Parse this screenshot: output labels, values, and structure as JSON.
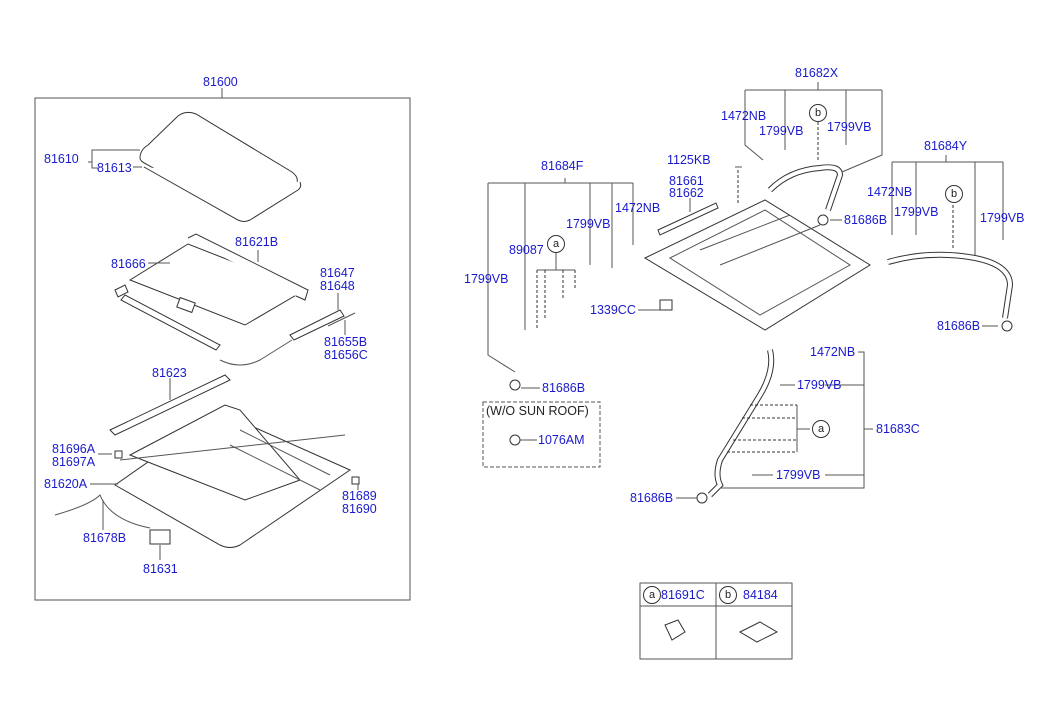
{
  "diagram": {
    "title": "Sunroof Assembly Parts Diagram",
    "left_assembly": {
      "group_label": "81600",
      "parts": {
        "glass_assy": "81610",
        "weatherstrip": "81613",
        "sunshade": "81621B",
        "sunshade_part": "81666",
        "slider_1": "81647",
        "slider_2": "81648",
        "cable_1": "81655B",
        "cable_2": "81656C",
        "deflector": "81623",
        "clip_1": "81696A",
        "clip_2": "81697A",
        "frame": "81620A",
        "wiring": "81678B",
        "motor": "81631",
        "stopper_1": "81689",
        "stopper_2": "81690"
      }
    },
    "right_assembly": {
      "hose_front_left": {
        "group_label": "81684F",
        "clip_1472": "1472NB",
        "clip_1799_upper": "1799VB",
        "clip_89087": "89087",
        "clip_1799_lower": "1799VB",
        "ref_circle": "a",
        "grommet": "81686B"
      },
      "hose_front_right": {
        "group_label": "81682X",
        "clip_1472": "1472NB",
        "clip_1799_a": "1799VB",
        "clip_1799_b": "1799VB",
        "ref_circle": "b",
        "grommet": "81686B"
      },
      "hose_rear_right": {
        "group_label": "81684Y",
        "clip_1472": "1472NB",
        "clip_1799_a": "1799VB",
        "clip_1799_b": "1799VB",
        "ref_circle": "b",
        "grommet": "81686B"
      },
      "hose_rear_left": {
        "group_label": "81683C",
        "clip_1472": "1472NB",
        "clip_1799_upper": "1799VB",
        "clip_1799_lower": "1799VB",
        "ref_circle": "a",
        "grommet": "81686B"
      },
      "bolt": "1125KB",
      "seal_1": "81661",
      "seal_2": "81662",
      "nut": "1339CC",
      "wo_sunroof": {
        "title": "(W/O SUN ROOF)",
        "part": "1076AM"
      }
    },
    "legend": {
      "a_symbol": "a",
      "a_part": "81691C",
      "b_symbol": "b",
      "b_part": "84184"
    }
  }
}
